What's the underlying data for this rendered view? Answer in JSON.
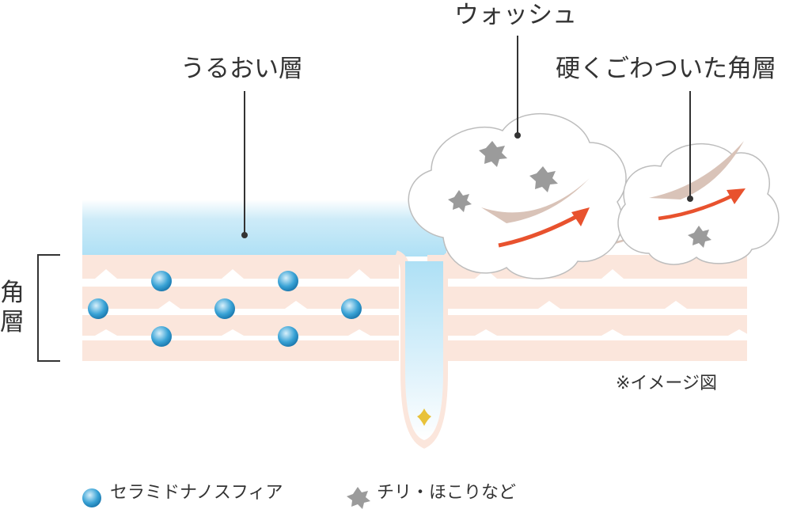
{
  "labels": {
    "moisture_layer": "うるおい層",
    "wash": "ウォッシュ",
    "hard_stratum": "硬くごわついた角層",
    "stratum_corneum": "角層",
    "image_note": "※イメージ図"
  },
  "legend": [
    {
      "icon": "ceramide-sphere-icon",
      "text": "セラミドナノスフィア",
      "color": "#1e8fc8"
    },
    {
      "icon": "dust-star-icon",
      "text": "チリ・ほこりなど",
      "color": "#9b9b9b"
    }
  ],
  "colors": {
    "moisture": "#aee0f5",
    "skin_cell": "#fbe6dc",
    "ceramide": "#1e8fc8",
    "dust": "#9b9b9b",
    "flake": "#d9c3b8",
    "arrow": "#e8522e",
    "sebum": "#e8c23a",
    "line": "#333333"
  }
}
